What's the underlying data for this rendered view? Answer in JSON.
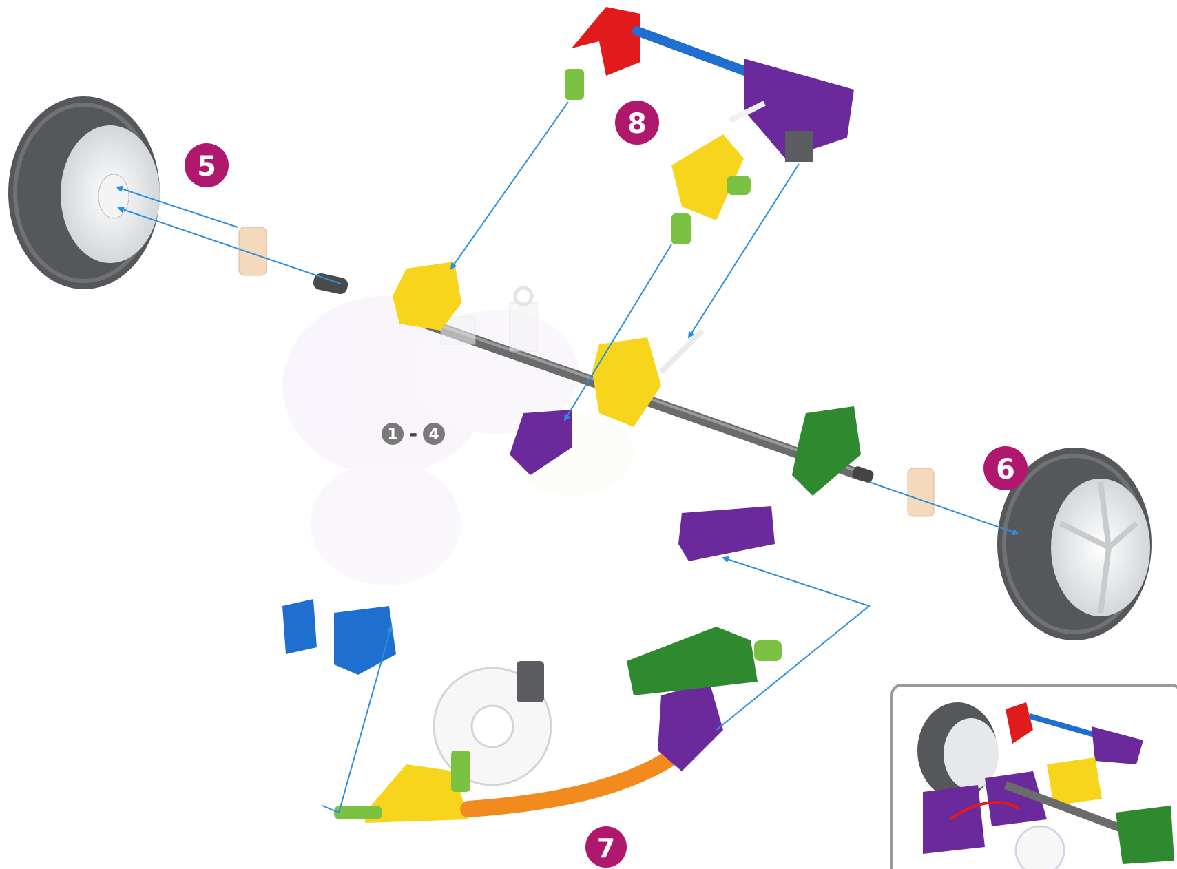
{
  "steps": {
    "s5": "5",
    "s6": "6",
    "s7": "7",
    "s8": "8"
  },
  "previous_steps": {
    "from": "1",
    "separator": "-",
    "to": "4"
  },
  "colors": {
    "step_badge": "#b0186e",
    "arrow": "#2a8fe0",
    "tire": "#5b5d60",
    "rim": "#e6e8ea",
    "red": "#e11b1b",
    "blue": "#1f6fd1",
    "purple": "#6a2a9c",
    "yellow": "#f7d51d",
    "green": "#2f8a2f",
    "light_green": "#7cc242",
    "orange": "#f28a1e",
    "grey_rod": "#6b6b6b",
    "tan": "#f5d9bd",
    "white_part": "#f2f2f2"
  },
  "icons": [
    "wheel-icon",
    "connector-icon",
    "rod-icon",
    "inset-preview-image"
  ]
}
